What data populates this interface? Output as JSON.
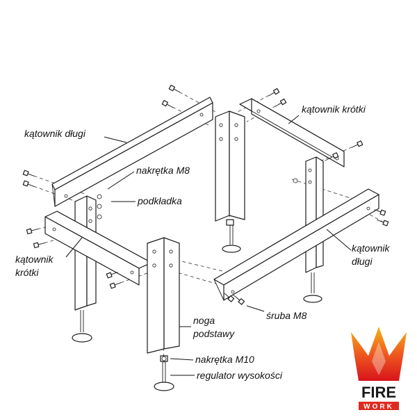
{
  "diagram": {
    "labels": {
      "katownik_dlugi_top": "kątownik długi",
      "katownik_krotki_top": "kątownik krótki",
      "nakretka_m8": "nakrętka M8",
      "podkladka": "podkładka",
      "katownik_krotki_left_1": "kątownik",
      "katownik_krotki_left_2": "krótki",
      "katownik_dlugi_right_1": "kątownik",
      "katownik_dlugi_right_2": "długi",
      "sruba_m8": "śruba M8",
      "noga_1": "noga",
      "noga_2": "podstawy",
      "nakretka_m10": "nakrętka M10",
      "regulator": "regulator wysokości"
    }
  },
  "logo": {
    "line1": "FIRE",
    "line2": "WORK",
    "colors": {
      "flame_top": "#f7b21a",
      "flame_mid": "#ee5a1f",
      "flame_bottom": "#d8141b",
      "text": "#1a1a1a",
      "band": "#e02a1f"
    }
  }
}
